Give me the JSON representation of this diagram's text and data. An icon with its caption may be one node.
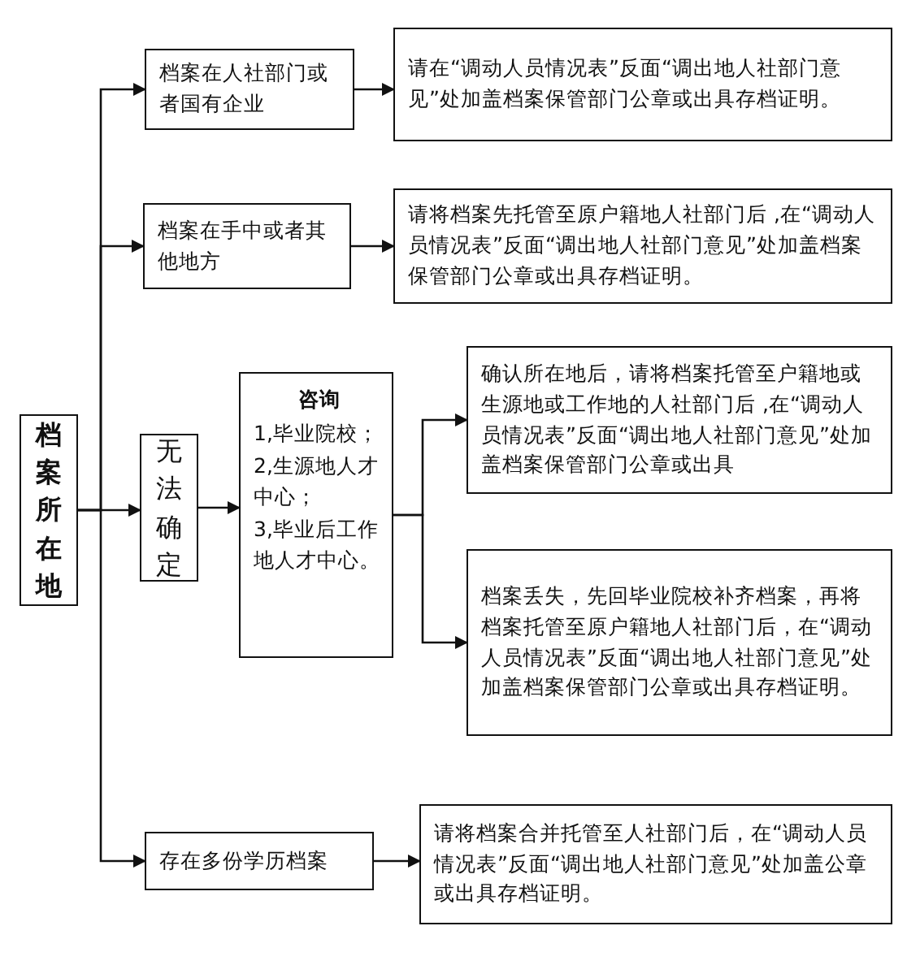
{
  "diagram": {
    "nodes": [
      {
        "text": [
          "档案所在地"
        ]
      },
      {
        "text": [
          "档案在人社部门或者国有企业"
        ]
      },
      {
        "text": [
          "请在“调动人员情况表”反面“调出地人社部门意见”处加盖档案保管部门公章或出具存档证明。"
        ]
      },
      {
        "text": [
          "档案在手中或者其他地方"
        ]
      },
      {
        "text": [
          "请将档案先托管至原户籍地人社部门后 ,在“调动人员情况表”反面“调出地人社部门意见”处加盖档案保管部门公章或出具存档证明。"
        ]
      },
      {
        "text": [
          "无法确定"
        ]
      },
      {
        "text": [
          "咨询",
          "1,毕业院校；",
          "2,生源地人才中心；",
          "3,毕业后工作地人才中心。"
        ]
      },
      {
        "text": [
          "确认所在地后，请将档案托管至户籍地或生源地或工作地的人社部门后 ,在“调动人员情况表”反面“调出地人社部门意见”处加盖档案保管部门公章或出具"
        ]
      },
      {
        "text": [
          "档案丢失，先回毕业院校补齐档案，再将档案托管至原户籍地人社部门后，在“调动人员情况表”反面“调出地人社部门意见”处加盖档案保管部门公章或出具存档证明。"
        ]
      },
      {
        "text": [
          "存在多份学历档案"
        ]
      },
      {
        "text": [
          "请将档案合并托管至人社部门后，在“调动人员情况表”反面“调出地人社部门意见”处加盖公章或出具存档证明。"
        ]
      }
    ],
    "edges": [
      {
        "from": 0,
        "to": 1,
        "arrow": "to"
      },
      {
        "from": 0,
        "to": 3,
        "arrow": "to"
      },
      {
        "from": 0,
        "to": 5,
        "arrow": "to"
      },
      {
        "from": 0,
        "to": 9,
        "arrow": "to"
      },
      {
        "from": 1,
        "to": 2,
        "arrow": "to"
      },
      {
        "from": 3,
        "to": 4,
        "arrow": "to"
      },
      {
        "from": 5,
        "to": 6,
        "arrow": "to"
      },
      {
        "from": 6,
        "to": 7,
        "arrow": "to"
      },
      {
        "from": 6,
        "to": 8,
        "arrow": "to"
      },
      {
        "from": 9,
        "to": 10,
        "arrow": "to"
      }
    ]
  }
}
